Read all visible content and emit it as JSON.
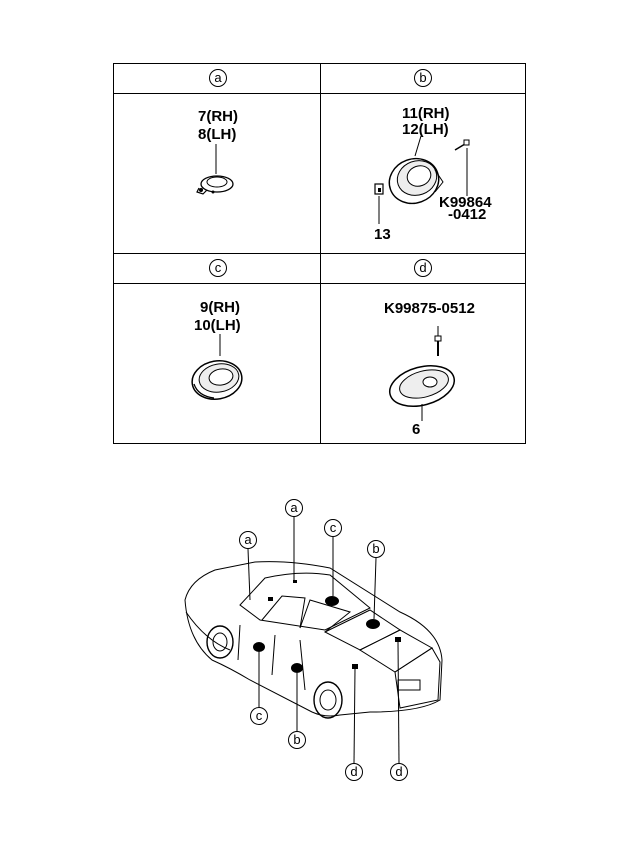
{
  "panels": {
    "a": {
      "letter": "a",
      "labels": [
        "7(RH)",
        "8(LH)"
      ]
    },
    "b": {
      "letter": "b",
      "labels": [
        "11(RH)",
        "12(LH)",
        "K99864",
        "-0412",
        "13"
      ]
    },
    "c": {
      "letter": "c",
      "labels": [
        "9(RH)",
        "10(LH)"
      ]
    },
    "d": {
      "letter": "d",
      "labels": [
        "K99875-0512",
        "6"
      ]
    }
  },
  "car_callouts": [
    "a",
    "a",
    "c",
    "b",
    "c",
    "b",
    "d",
    "d"
  ]
}
